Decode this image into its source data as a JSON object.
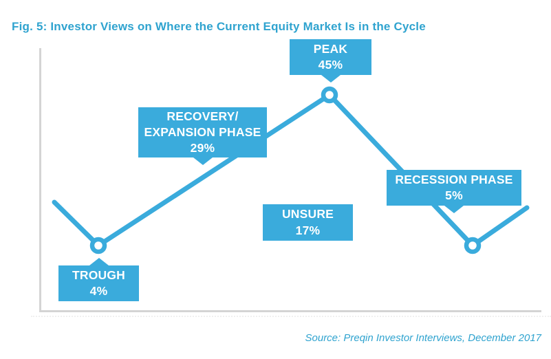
{
  "title": "Fig. 5: Investor Views on Where the Current Equity Market Is in the Cycle",
  "source": "Source: Preqin Investor Interviews, December 2017",
  "colors": {
    "accent_blue": "#3AABDC",
    "title_blue": "#2FA3CF",
    "axis_gray": "#D4D4D4",
    "callout_text": "#FFFFFF",
    "background": "#FFFFFF"
  },
  "callouts": {
    "peak": {
      "label": "PEAK",
      "value": "45%"
    },
    "recovery": {
      "label_line1": "RECOVERY/",
      "label_line2": "EXPANSION PHASE",
      "value": "29%"
    },
    "unsure": {
      "label": "UNSURE",
      "value": "17%"
    },
    "recession": {
      "label": "RECESSION PHASE",
      "value": "5%"
    },
    "trough": {
      "label": "TROUGH",
      "value": "4%"
    }
  },
  "chart_data": {
    "type": "line",
    "title": "Fig. 5: Investor Views on Where the Current Equity Market Is in the Cycle",
    "categories": [
      "Trough",
      "Recovery/Expansion Phase",
      "Peak",
      "Recession Phase",
      "Unsure"
    ],
    "values": [
      4,
      29,
      45,
      5,
      17
    ],
    "unit": "%",
    "legend": "none",
    "grid": "off",
    "axes_note": "Unlabeled stylized market-cycle curve; circular node markers at trough, peak and recession trough; percentages shown in callout boxes",
    "source": "Source: Preqin Investor Interviews, December 2017"
  }
}
